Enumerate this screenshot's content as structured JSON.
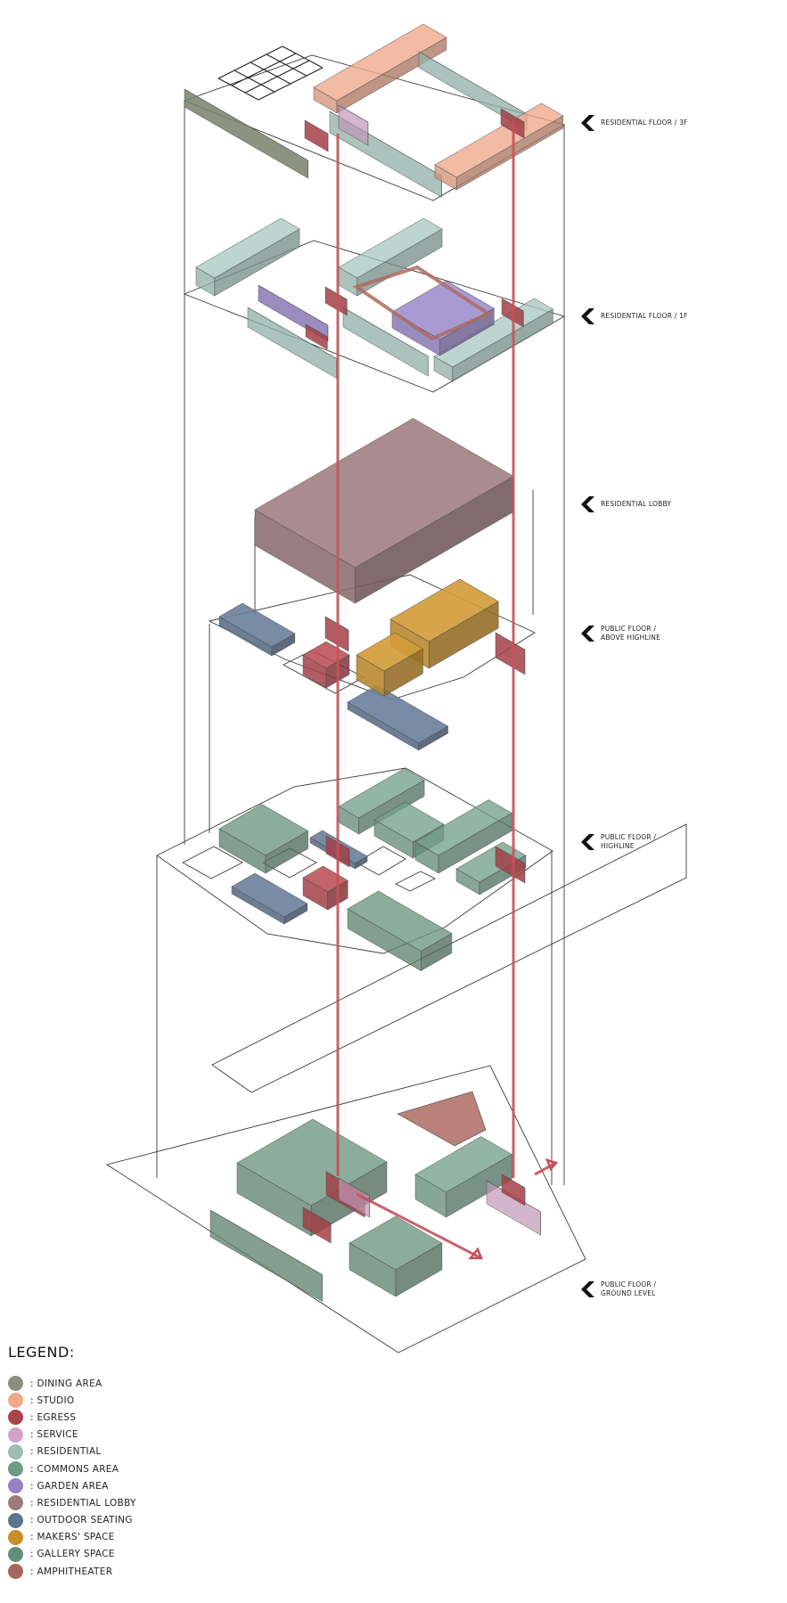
{
  "floor_labels": [
    {
      "id": "res3",
      "lines": [
        "RESIDENTIAL FLOOR / 3F"
      ]
    },
    {
      "id": "res1",
      "lines": [
        "RESIDENTIAL FLOOR / 1F"
      ]
    },
    {
      "id": "lobby",
      "lines": [
        "RESIDENTIAL LOBBY"
      ]
    },
    {
      "id": "above",
      "lines": [
        "PUBLIC FLOOR /",
        "ABOVE HIGHLINE"
      ]
    },
    {
      "id": "high",
      "lines": [
        "PUBLIC FLOOR /",
        "HIGHLINE"
      ]
    },
    {
      "id": "ground",
      "lines": [
        "PUBLIC FLOOR /",
        "GROUND LEVEL"
      ]
    }
  ],
  "legend": {
    "title": "LEGEND:",
    "items": [
      {
        "label": ": DINING AREA",
        "color": "#8a917a"
      },
      {
        "label": ": STUDIO",
        "color": "#f0a88a"
      },
      {
        "label": ": EGRESS",
        "color": "#a8444a"
      },
      {
        "label": ": SERVICE",
        "color": "#d4a2c8"
      },
      {
        "label": ": RESIDENTIAL",
        "color": "#9cbdb3"
      },
      {
        "label": ": COMMONS AREA",
        "color": "#6e9a88"
      },
      {
        "label": ": GARDEN AREA",
        "color": "#9483c4"
      },
      {
        "label": ": RESIDENTIAL LOBBY",
        "color": "#9b7b7e"
      },
      {
        "label": ": OUTDOOR SEATING",
        "color": "#5f7490"
      },
      {
        "label": ": MAKERS' SPACE",
        "color": "#c98d2a"
      },
      {
        "label": ": GALLERY SPACE",
        "color": "#658e79"
      },
      {
        "label": ": AMPHITHEATER",
        "color": "#a5685f"
      }
    ]
  },
  "colors": {
    "dining": "#8a917a",
    "studio": "#f0a88a",
    "egress": "#b84950",
    "service": "#dba9cf",
    "residential": "#a9c9c0",
    "commons": "#73a08c",
    "garden": "#9a88cc",
    "lobby": "#a17f83",
    "seating": "#6a7f9b",
    "makers": "#d19a36",
    "gallery": "#6c967f",
    "amphitheater": "#ad6b61",
    "egress_line": "#c45259",
    "outline": "#3a3a3a"
  }
}
